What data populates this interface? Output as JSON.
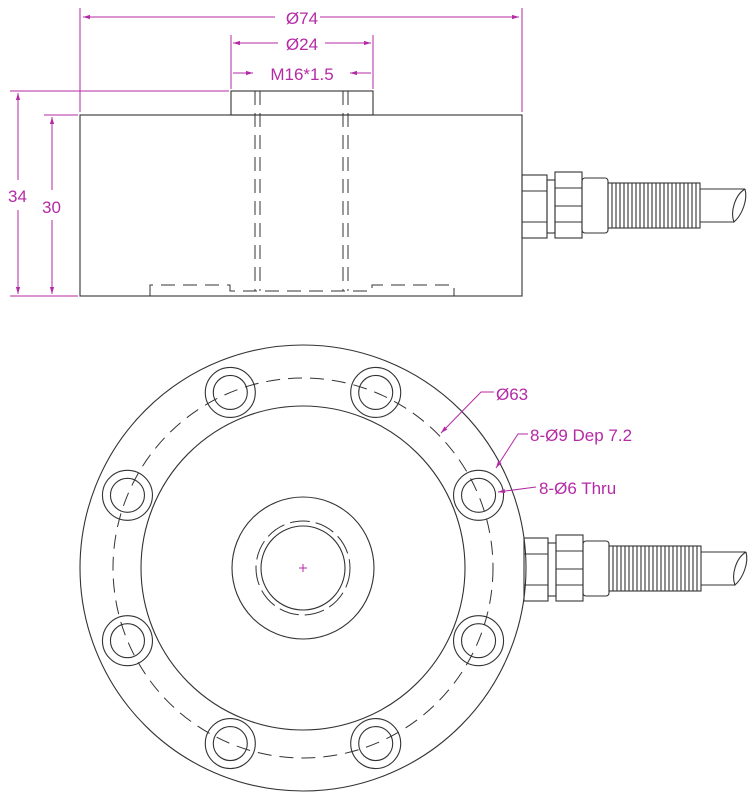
{
  "colors": {
    "dimension": "#b52aa5",
    "outline": "#333333"
  },
  "side_view": {
    "dim_outer_diameter": "Ø74",
    "dim_boss_diameter": "Ø24",
    "dim_thread": "M16*1.5",
    "dim_total_height": "34",
    "dim_body_height": "30"
  },
  "top_view": {
    "dim_pitch_circle": "Ø63",
    "dim_counterbore": "8-Ø9 Dep 7.2",
    "dim_through_hole": "8-Ø6 Thru"
  }
}
